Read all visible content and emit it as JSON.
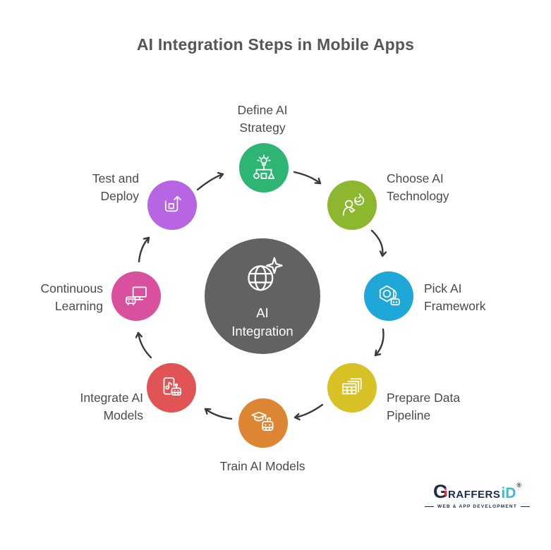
{
  "title": "AI Integration Steps in Mobile Apps",
  "center": {
    "label": "AI Integration",
    "color": "#626262",
    "icon": "globe-sparkle-icon"
  },
  "steps": [
    {
      "label": "Define AI Strategy",
      "color": "#2eb573",
      "icon": "strategy-lightbulb-flowchart-icon"
    },
    {
      "label": "Choose AI Technology",
      "color": "#8db72e",
      "icon": "person-refresh-icon"
    },
    {
      "label": "Pick AI Framework",
      "color": "#1ea7d7",
      "icon": "hexagon-robot-icon"
    },
    {
      "label": "Prepare Data Pipeline",
      "color": "#d8c125",
      "icon": "stacked-tables-icon"
    },
    {
      "label": "Train AI Models",
      "color": "#dc8634",
      "icon": "graduation-robot-icon"
    },
    {
      "label": "Integrate AI Models",
      "color": "#e05455",
      "icon": "phone-music-robot-icon"
    },
    {
      "label": "Continuous Learning",
      "color": "#d9509e",
      "icon": "monitor-robot-icon"
    },
    {
      "label": "Test and Deploy",
      "color": "#b765e2",
      "icon": "deploy-arrow-icon"
    }
  ],
  "arrow_color": "#3b3b3b",
  "logo": {
    "brand_g": "G",
    "brand_rest": "RAFFERS",
    "brand_suffix": "iD",
    "registered": "®",
    "tagline": "WEB & APP DEVELOPMENT",
    "navy": "#1e2b4c",
    "cyan": "#41b6d9",
    "red": "#cf3b3c"
  }
}
